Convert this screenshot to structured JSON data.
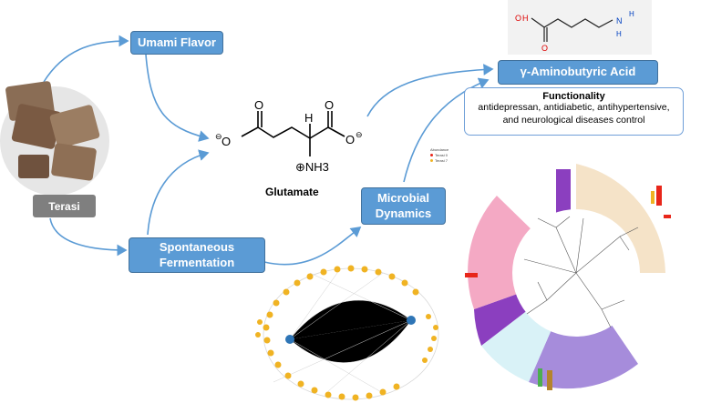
{
  "nodes": {
    "umami": "Umami Flavor",
    "gaba": "γ-Aminobutyric Acid",
    "terasi": "Terasi",
    "fermentation_l1": "Spontaneous",
    "fermentation_l2": "Fermentation",
    "microbial_l1": "Microbial",
    "microbial_l2": "Dynamics",
    "glutamate": "Glutamate"
  },
  "functionality": {
    "title": "Functionality",
    "line1": "antidepressan, antidiabetic, antihypertensive,",
    "line2": "and neurological diseases control"
  },
  "gaba_structure": {
    "o": "O",
    "ho": "H",
    "nh": "N",
    "h1": "H",
    "h2": "H"
  },
  "glutamate_structure": {
    "o": "O",
    "h": "H",
    "nh3": "⊕NH3",
    "minus": "⊖"
  },
  "legend": {
    "title": "Abundance",
    "a": "Terasi 0",
    "b": "Terasi 7"
  },
  "colors": {
    "box_fill": "#5b9bd5",
    "box_border": "#41719c",
    "arrow": "#5b9bd5",
    "label_gray": "#7f7f7f"
  }
}
